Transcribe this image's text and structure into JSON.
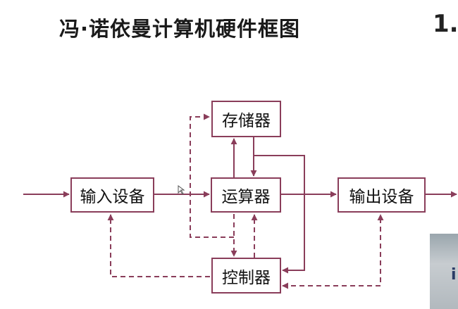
{
  "slide": {
    "title": "冯·诺依曼计算机硬件框图",
    "section_number": "1."
  },
  "diagram": {
    "nodes": {
      "memory": "存储器",
      "input": "输入设备",
      "alu": "运算器",
      "output": "输出设备",
      "control": "控制器"
    },
    "colors": {
      "line": "#8a3d5a"
    }
  },
  "video_overlay": {
    "glyph": "i"
  }
}
